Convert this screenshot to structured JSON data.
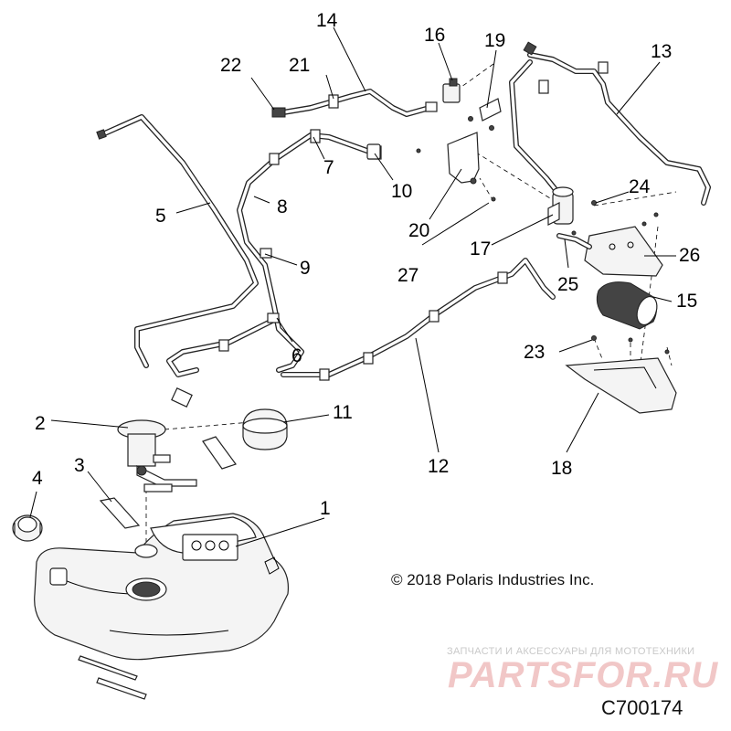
{
  "diagram": {
    "callouts": [
      {
        "id": "1",
        "label": "1"
      },
      {
        "id": "2",
        "label": "2"
      },
      {
        "id": "3",
        "label": "3"
      },
      {
        "id": "4",
        "label": "4"
      },
      {
        "id": "5",
        "label": "5"
      },
      {
        "id": "6",
        "label": "6"
      },
      {
        "id": "7",
        "label": "7"
      },
      {
        "id": "8",
        "label": "8"
      },
      {
        "id": "9",
        "label": "9"
      },
      {
        "id": "10",
        "label": "10"
      },
      {
        "id": "11",
        "label": "11"
      },
      {
        "id": "12",
        "label": "12"
      },
      {
        "id": "13",
        "label": "13"
      },
      {
        "id": "14",
        "label": "14"
      },
      {
        "id": "15",
        "label": "15"
      },
      {
        "id": "16",
        "label": "16"
      },
      {
        "id": "17",
        "label": "17"
      },
      {
        "id": "18",
        "label": "18"
      },
      {
        "id": "19",
        "label": "19"
      },
      {
        "id": "20",
        "label": "20"
      },
      {
        "id": "21",
        "label": "21"
      },
      {
        "id": "22",
        "label": "22"
      },
      {
        "id": "23",
        "label": "23"
      },
      {
        "id": "24",
        "label": "24"
      },
      {
        "id": "25",
        "label": "25"
      },
      {
        "id": "26",
        "label": "26"
      },
      {
        "id": "27",
        "label": "27"
      }
    ],
    "copyright": "© 2018 Polaris Industries Inc.",
    "document_id": "C700174"
  },
  "watermark": {
    "tagline": "ЗАПЧАСТИ И АКСЕССУАРЫ ДЛЯ МОТОТЕХНИКИ",
    "brand": "PARTSFOR.RU"
  },
  "colors": {
    "line": "#222222",
    "watermark_brand": "#f1c7c7",
    "watermark_tagline": "#c9c9c9"
  }
}
